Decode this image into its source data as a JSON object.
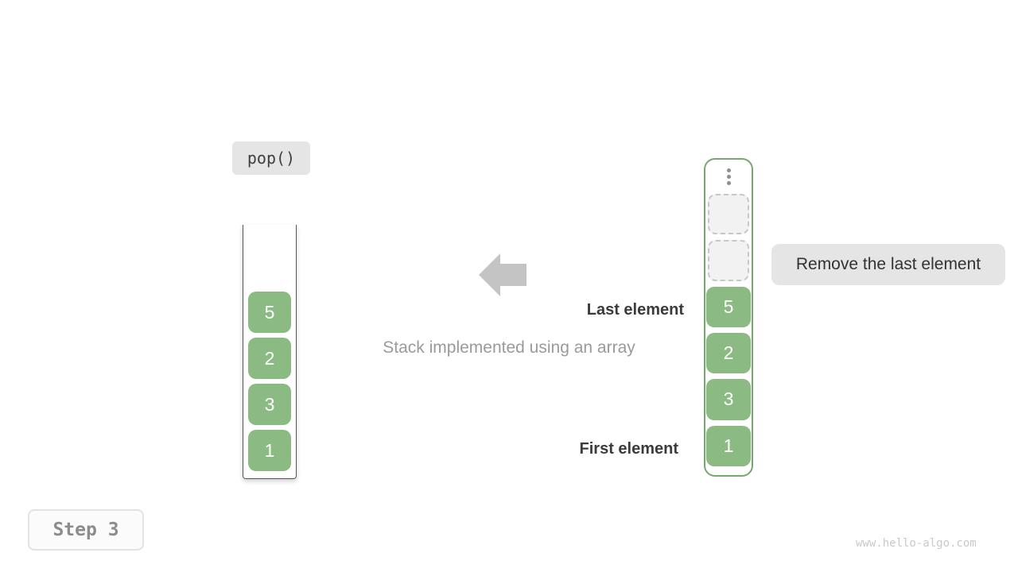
{
  "operation_label": "pop()",
  "caption": "Stack implemented using an array",
  "annotations": {
    "last_element": "Last element",
    "first_element": "First element",
    "action": "Remove the last element"
  },
  "stack": {
    "values": [
      "5",
      "2",
      "3",
      "1"
    ],
    "empty_slots": 2,
    "ellipsis_icon": "vertical-dots"
  },
  "step_label": "Step 3",
  "watermark": "www.hello-algo.com",
  "colors": {
    "cell_green": "#8bbb83",
    "container_green_border": "#74a86c",
    "gray_box": "#e5e5e5",
    "arrow_gray": "#c4c4c4"
  }
}
